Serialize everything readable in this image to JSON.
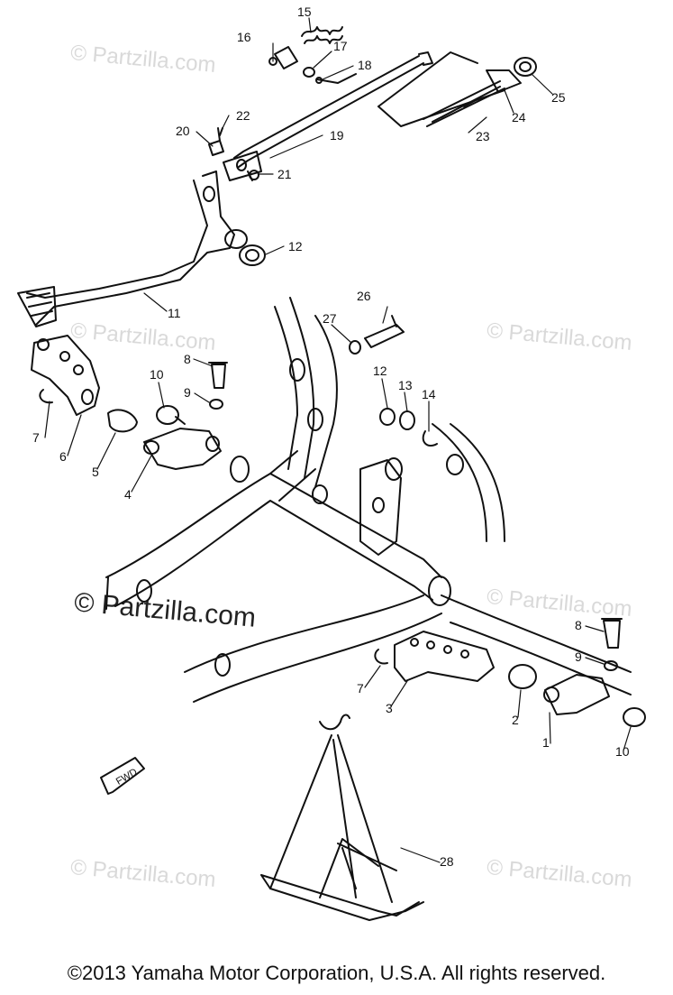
{
  "watermark": {
    "text": "© Partzilla.com",
    "text_main": "© Partzilla.com"
  },
  "callouts": [
    "1",
    "2",
    "3",
    "4",
    "5",
    "6",
    "7",
    "8",
    "9",
    "10",
    "11",
    "12",
    "13",
    "14",
    "15",
    "16",
    "17",
    "18",
    "19",
    "20",
    "21",
    "22",
    "23",
    "24",
    "25",
    "26",
    "27",
    "28"
  ],
  "fwd_label": "FWD",
  "copyright": "©2013  Yamaha Motor Corporation, U.S.A. All rights reserved."
}
